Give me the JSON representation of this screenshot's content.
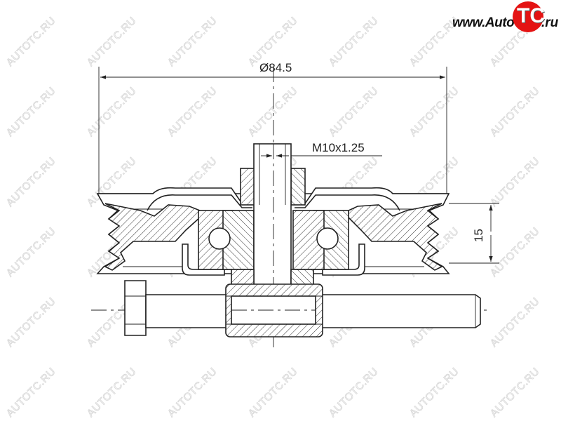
{
  "logo": {
    "prefix": "www.Auto",
    "mark": "TC",
    "suffix": ".ru",
    "brand_color": "#e41313"
  },
  "watermark": {
    "text": "AUTOTC.RU",
    "count": 42
  },
  "dimensions": {
    "diameter": "Ø84.5",
    "thread": "M10x1.25",
    "height": "15"
  }
}
